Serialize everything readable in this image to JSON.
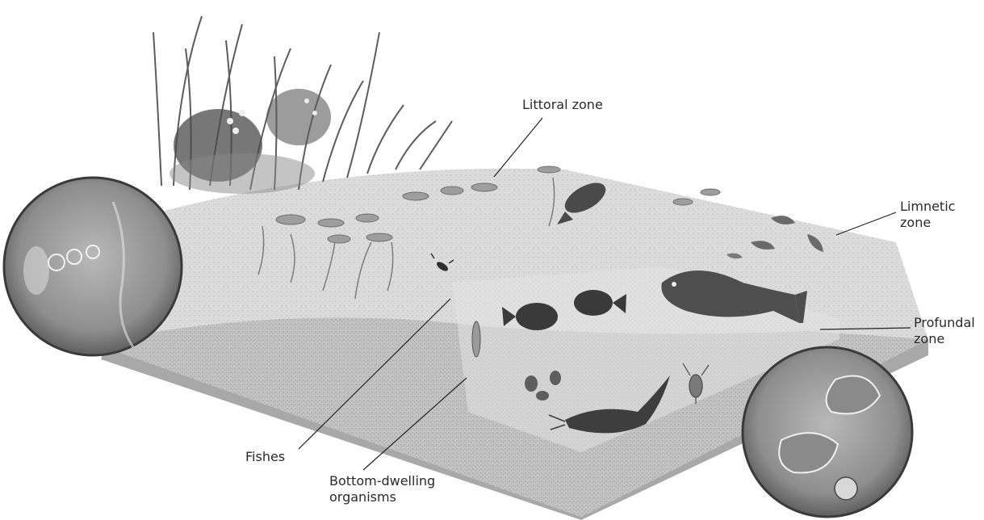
{
  "labels": {
    "littoral": "Littoral zone",
    "limnetic": [
      "Limnetic",
      "zone"
    ],
    "profundal": [
      "Profundal",
      "zone"
    ],
    "fishes": "Fishes",
    "bottom": [
      "Bottom-dwelling",
      "organisms"
    ]
  },
  "colors": {
    "background": "#ffffff",
    "water_surface": "#d9d9d9",
    "water_mid": "#c9c9c9",
    "sediment": "#bdbdbd",
    "slab_edge": "#a8a8a8",
    "fish": "#3a3a3a",
    "vegetation": "#5c5c5c",
    "leader_line": "#222222"
  },
  "icons": [
    "reed-vegetation-icon",
    "lily-pad-icon",
    "fish-icon",
    "bass-icon",
    "catfish-icon",
    "crayfish-icon",
    "clam-icon",
    "water-bug-icon",
    "microscope-inset-icon"
  ]
}
